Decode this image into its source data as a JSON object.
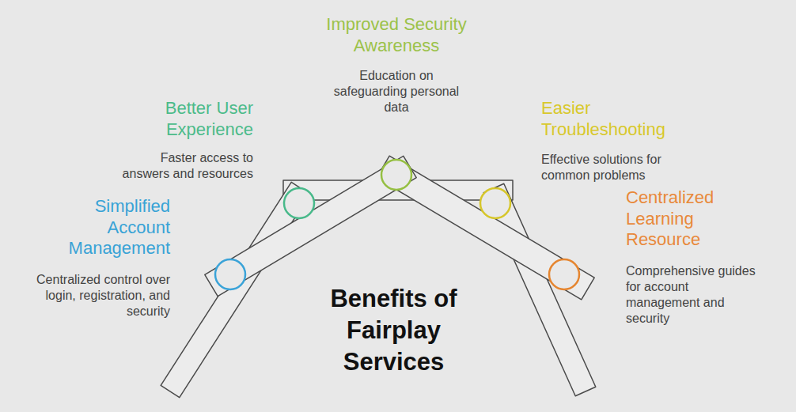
{
  "diagram": {
    "title": "Benefits of Fairplay Services",
    "nodes": [
      {
        "text": [
          "Improved Security Awareness",
          "Education on safeguarding personal data"
        ]
      },
      {
        "text": [
          "Better User Experience",
          "Faster access to answers and resources"
        ]
      },
      {
        "text": [
          "Easier Troubleshooting",
          "Effective solutions for common problems"
        ]
      },
      {
        "text": [
          "Simplified Account Management",
          "Centralized control over login, registration, and security"
        ]
      },
      {
        "text": [
          "Centralized Learning Resource",
          "Comprehensive guides for account management and security"
        ]
      }
    ]
  }
}
